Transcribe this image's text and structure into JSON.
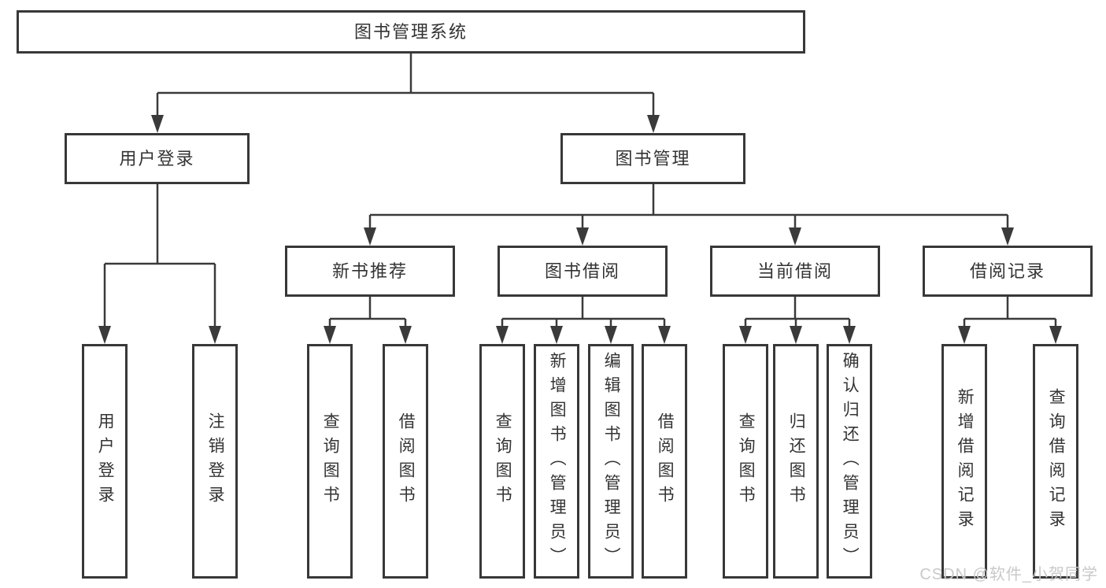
{
  "diagram": {
    "title": "图书管理系统",
    "root": {
      "label": "图书管理系统"
    },
    "level2": [
      {
        "label": "用户登录"
      },
      {
        "label": "图书管理"
      }
    ],
    "level3": [
      {
        "label": "新书推荐"
      },
      {
        "label": "图书借阅"
      },
      {
        "label": "当前借阅"
      },
      {
        "label": "借阅记录"
      }
    ],
    "leaves": [
      {
        "label": "用户登录"
      },
      {
        "label": "注销登录"
      },
      {
        "label": "查询图书"
      },
      {
        "label": "借阅图书"
      },
      {
        "label": "查询图书"
      },
      {
        "label": "新增图书（管理员）"
      },
      {
        "label": "编辑图书（管理员）"
      },
      {
        "label": "借阅图书"
      },
      {
        "label": "查询图书"
      },
      {
        "label": "归还图书"
      },
      {
        "label": "确认归还（管理员）"
      },
      {
        "label": "新增借阅记录"
      },
      {
        "label": "查询借阅记录"
      }
    ]
  },
  "watermark": {
    "text": "CSDN @软件_小贺同学"
  },
  "colors": {
    "line": "#3a3a3a",
    "box_border": "#383838",
    "box_fill": "#ffffff",
    "text": "#333333",
    "watermark": "#c9c9c9",
    "background": "#ffffff"
  }
}
